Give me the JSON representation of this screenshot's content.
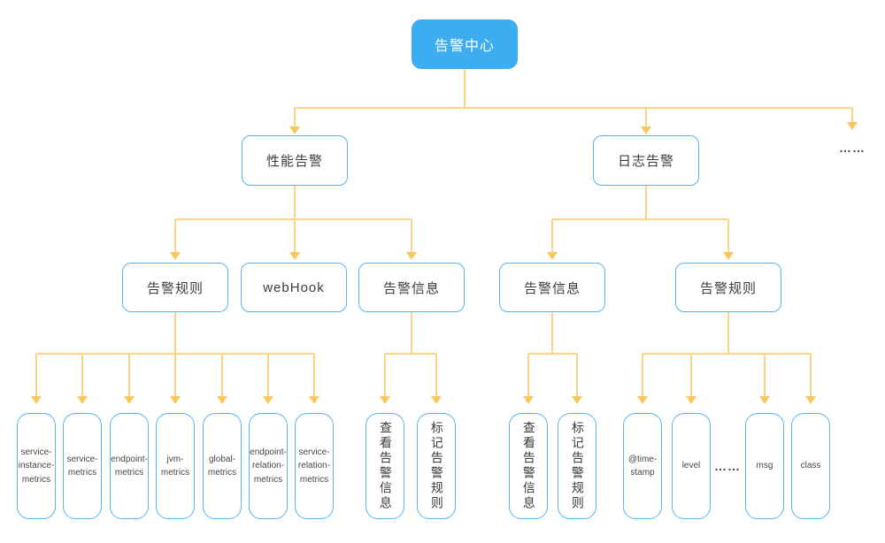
{
  "colors": {
    "root_fill": "#3badf0",
    "node_border": "#55b6f3",
    "connector": "#fbd584",
    "arrow": "#f8c75f",
    "text": "#3c3c3c"
  },
  "tree": {
    "root": "告警中心",
    "branches": {
      "performance": "性能告警",
      "log": "日志告警",
      "more_ellipsis": "……"
    },
    "performance_children": {
      "alarm_rules": "告警规则",
      "webhook": "webHook",
      "alarm_info": "告警信息"
    },
    "log_children": {
      "alarm_info": "告警信息",
      "alarm_rules": "告警规则"
    },
    "metric_leaves": [
      "service-instance-metrics",
      "service-metrics",
      "endpoint-metrics",
      "jvm-metrics",
      "global-metrics",
      "endpoint-relation-metrics",
      "service-relation-metrics"
    ],
    "performance_info_leaves": [
      "查看告警信息",
      "标记告警规则"
    ],
    "log_info_leaves": [
      "查看告警信息",
      "标记告警规则"
    ],
    "log_field_leaves": [
      "@time-stamp",
      "level",
      "……",
      "msg",
      "class"
    ]
  }
}
